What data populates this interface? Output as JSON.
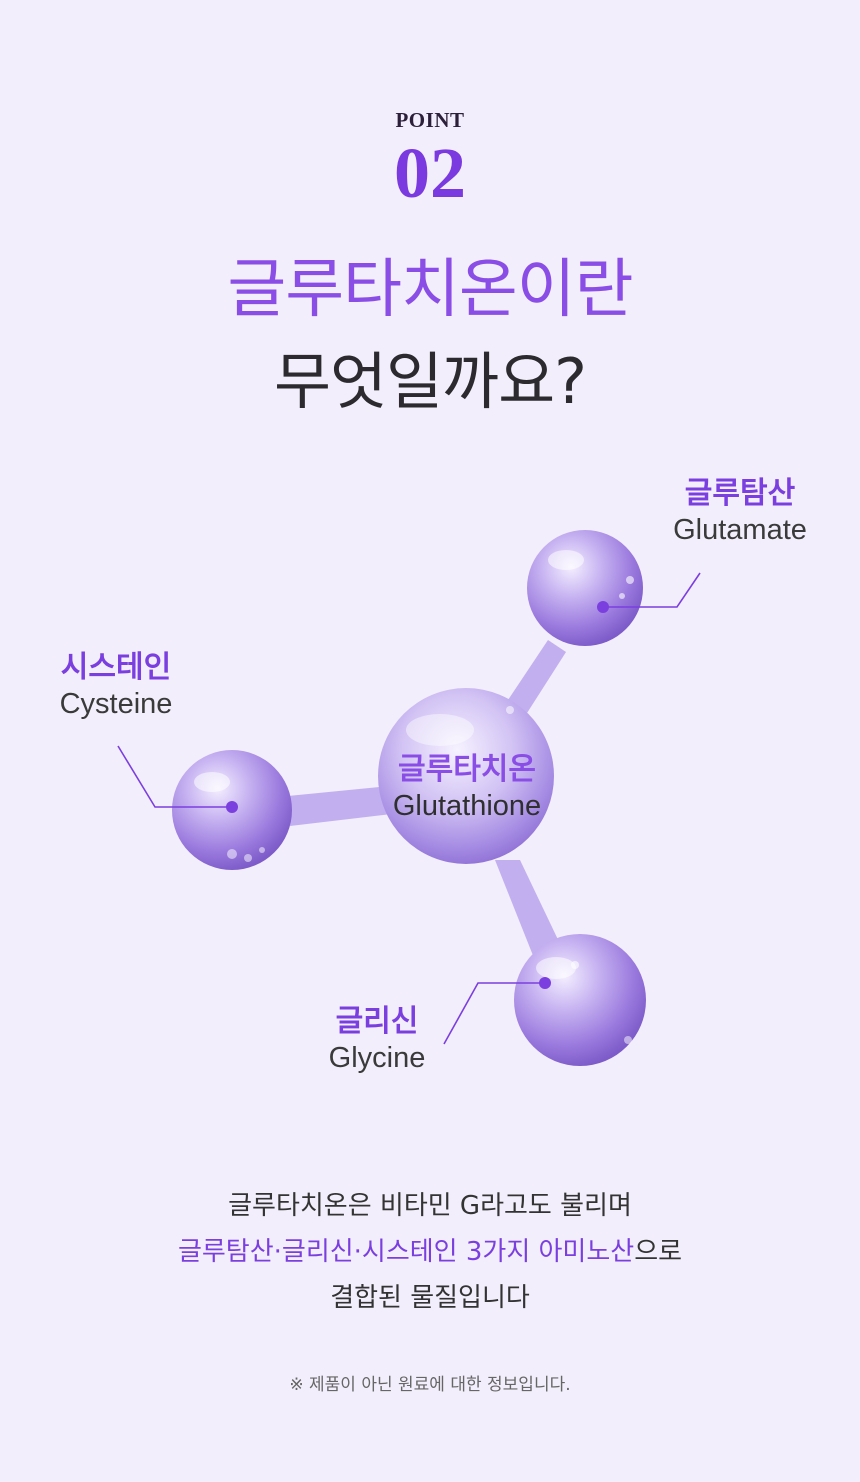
{
  "header": {
    "point_label": "POINT",
    "point_number": "02"
  },
  "headline": {
    "line1": "글루타치온이란",
    "line2": "무엇일까요?"
  },
  "molecule": {
    "center": {
      "ko": "글루타치온",
      "en": "Glutathione"
    },
    "glutamate": {
      "ko": "글루탐산",
      "en": "Glutamate"
    },
    "cysteine": {
      "ko": "시스테인",
      "en": "Cysteine"
    },
    "glycine": {
      "ko": "글리신",
      "en": "Glycine"
    }
  },
  "description": {
    "line1": "글루타치온은 비타민 G라고도 불리며",
    "line2_highlight": "글루탐산·글리신·시스테인 3가지 아미노산",
    "line2_rest": "으로",
    "line3": "결합된 물질입니다"
  },
  "note": "※ 제품이 아닌 원료에 대한 정보입니다.",
  "colors": {
    "background": "#f3eefb",
    "accent": "#7b3fe0",
    "sphere": "#a98ce6"
  }
}
